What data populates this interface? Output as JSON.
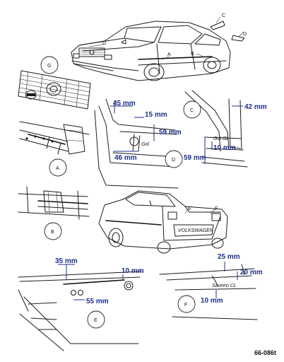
{
  "figure_ref": "66-086t",
  "callouts": {
    "A": "A",
    "B": "B",
    "C": "C",
    "D": "D",
    "E": "E",
    "F": "F",
    "G": "G"
  },
  "measurements": {
    "c_top": "42 mm",
    "c_gap": "10 mm",
    "d_top_left": "45 mm",
    "d_top_mid": "15 mm",
    "d_side_right": "59 mm",
    "d_bottom": "46 mm",
    "c_side_left": "59 mm",
    "e_top": "35 mm",
    "e_right": "10 mm",
    "e_bottom": "55 mm",
    "f_top": "25 mm",
    "f_right": "20 mm",
    "f_bottom": "10 mm"
  },
  "badge_texts": {
    "rear_plate": "VOLKSWAGEN",
    "f_emblem": "Saveiro CL"
  }
}
